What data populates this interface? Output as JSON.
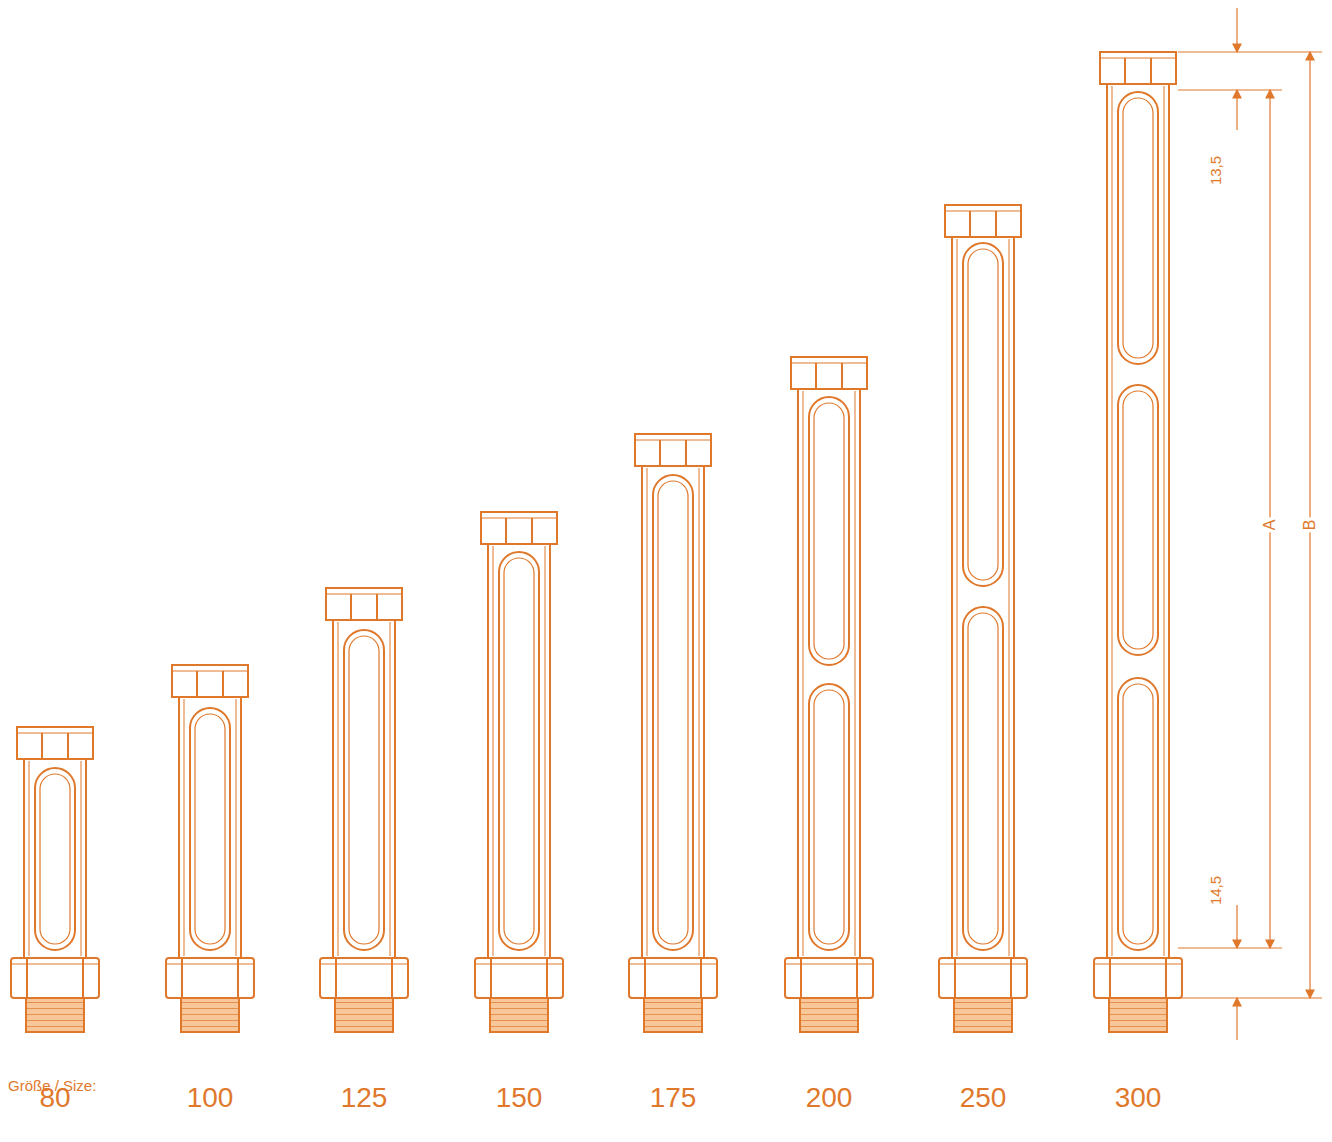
{
  "diagram": {
    "labels": [
      "Größe / Size:",
      "80",
      "100",
      "125",
      "150",
      "175",
      "200",
      "250",
      "300",
      "13,5",
      "14,5",
      "A",
      "B"
    ]
  }
}
